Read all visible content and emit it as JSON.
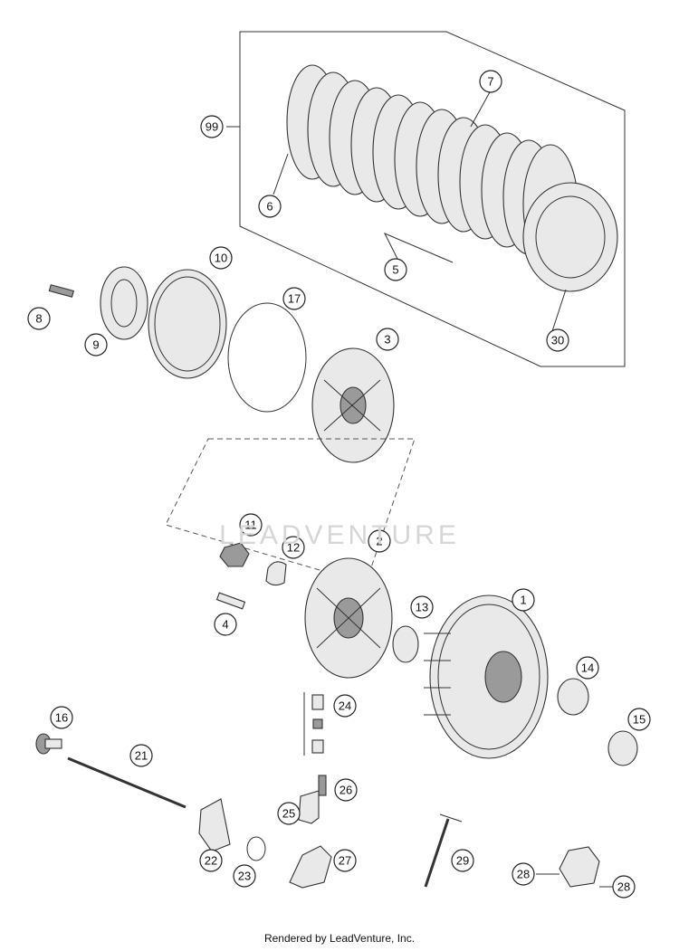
{
  "diagram": {
    "callouts": [
      "99",
      "7",
      "6",
      "5",
      "30",
      "10",
      "17",
      "3",
      "8",
      "9",
      "11",
      "12",
      "2",
      "1",
      "4",
      "13",
      "16",
      "21",
      "24",
      "14",
      "15",
      "26",
      "25",
      "22",
      "23",
      "27",
      "29",
      "28",
      "28"
    ]
  },
  "watermark": "LEADVENTURE",
  "footer": "Rendered by LeadVenture, Inc."
}
